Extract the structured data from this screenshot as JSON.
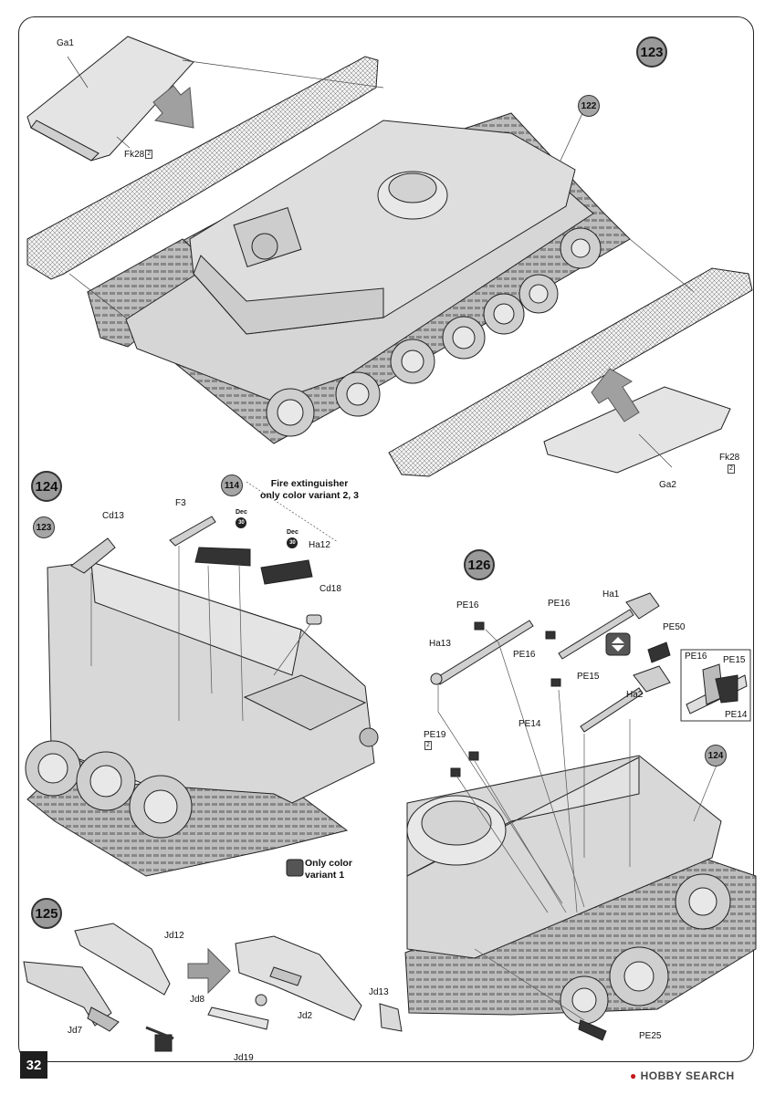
{
  "page_number": "32",
  "steps": {
    "s122": "122",
    "s123": "123",
    "s124": "124",
    "s125": "125",
    "s126": "126",
    "ref114": "114"
  },
  "step123": {
    "labels": {
      "ga1": "Ga1",
      "fk28a": "Fk28",
      "ga2": "Ga2",
      "fk28b": "Fk28"
    },
    "qty": "2"
  },
  "step124": {
    "labels": {
      "cd13": "Cd13",
      "f3": "F3",
      "ha12": "Ha12",
      "cd18": "Cd18"
    },
    "decal_text": "Dec",
    "decal_num": "30",
    "fire_note": [
      "Fire extinguisher",
      "only color variant 2, 3"
    ],
    "color_note": [
      "Only color",
      "variant 1"
    ]
  },
  "step125": {
    "labels": {
      "jd12": "Jd12",
      "jd7": "Jd7",
      "jd8": "Jd8",
      "jd2": "Jd2",
      "jd13": "Jd13",
      "jd19": "Jd19"
    }
  },
  "step126": {
    "labels": {
      "pe16a": "PE16",
      "pe16b": "PE16",
      "pe16c": "PE16",
      "ha1": "Ha1",
      "pe50": "PE50",
      "ha13": "Ha13",
      "pe15": "PE15",
      "ha2": "Ha2",
      "pe14": "PE14",
      "pe19": "PE19",
      "pe25": "PE25"
    },
    "qty": "2",
    "inset": {
      "pe16": "PE16",
      "pe15": "PE15",
      "pe14": "PE14"
    }
  },
  "watermark": "HOBBY SEARCH",
  "colors": {
    "hull": "#d9d9d9",
    "line": "#222222",
    "badge": "#9a9a9a",
    "arrow": "#a0a0a0"
  }
}
